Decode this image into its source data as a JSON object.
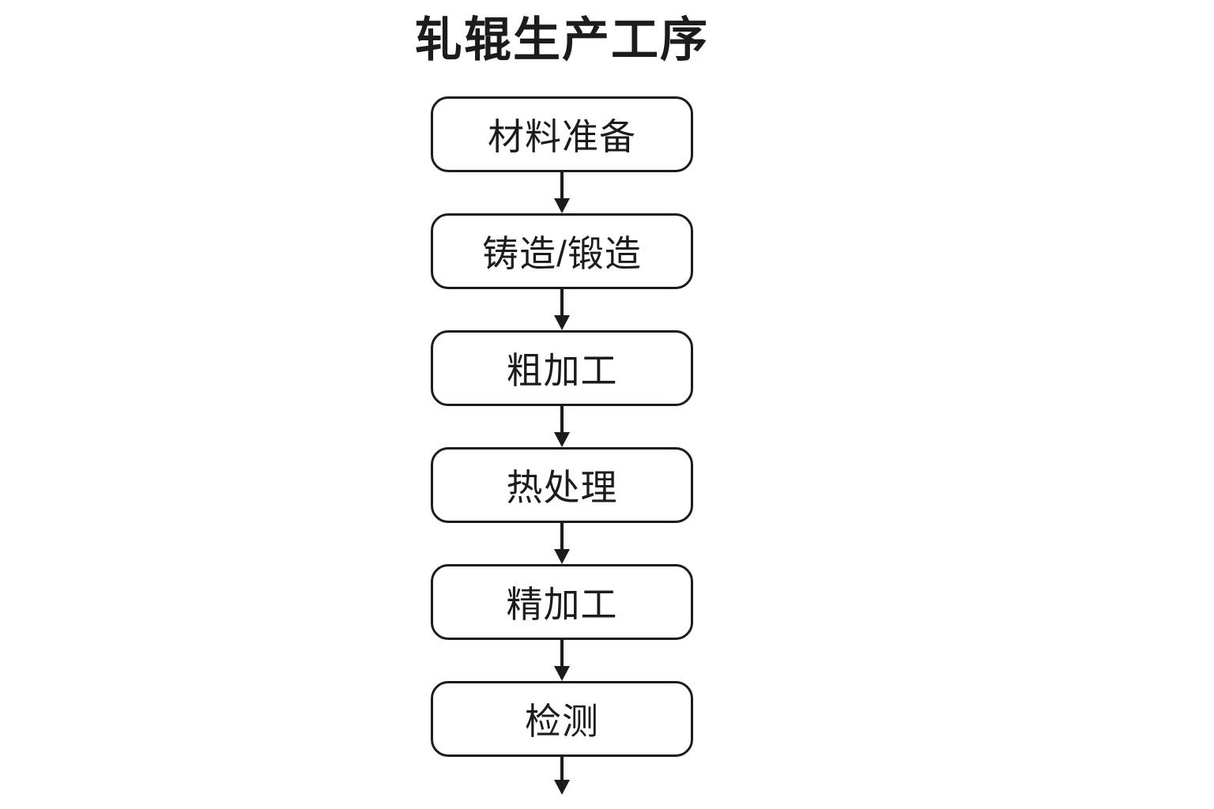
{
  "title": "轧辊生产工序",
  "flowchart": {
    "type": "vertical-flow",
    "steps": [
      {
        "label": "材料准备"
      },
      {
        "label": "铸造/锻造"
      },
      {
        "label": "粗加工"
      },
      {
        "label": "热处理"
      },
      {
        "label": "精加工"
      },
      {
        "label": "检测"
      }
    ],
    "colors": {
      "stroke": "#1c1c1c",
      "box_fill": "#ffffff",
      "background": "#ffffff"
    }
  }
}
